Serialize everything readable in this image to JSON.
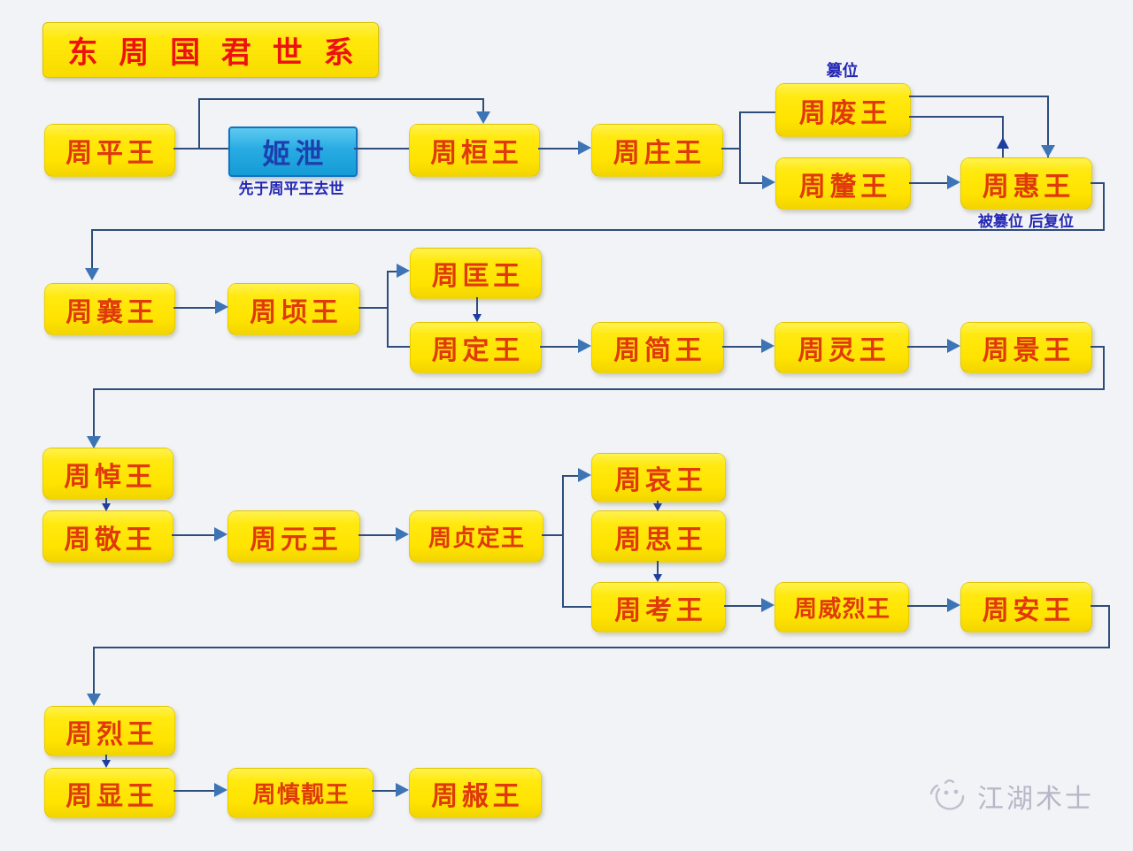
{
  "title": "东 周 国 君 世 系",
  "watermark": "江湖术士",
  "annotations": {
    "jixie_note": "先于周平王去世",
    "feiwang_label": "篡位",
    "huiwang_note": "被篡位 后复位"
  },
  "nodes": {
    "pingwang": "周平王",
    "jixie": "姬泄",
    "huanwang": "周桓王",
    "zhuangwang": "周庄王",
    "feiwang": "周废王",
    "xiwang": "周釐王",
    "huiwang": "周惠王",
    "xiangwang": "周襄王",
    "qingwang": "周顷王",
    "kuangwang": "周匡王",
    "dingwang": "周定王",
    "jianwang": "周简王",
    "lingwang": "周灵王",
    "jingwang": "周景王",
    "daowang": "周悼王",
    "jingwang2": "周敬王",
    "yuanwang": "周元王",
    "zhendingwang": "周贞定王",
    "aiwang": "周哀王",
    "siwang": "周思王",
    "kaowang": "周考王",
    "weiliewang": "周威烈王",
    "anwang": "周安王",
    "liewang": "周烈王",
    "xianwang": "周显王",
    "shenjingwang": "周慎靓王",
    "nanwang": "周赧王"
  },
  "colors": {
    "box_fill": "#FFE606",
    "heir_box_fill": "#27ABE2",
    "king_text": "#E0390B",
    "title_text": "#ED1111",
    "note_text": "#2428B4",
    "line": "#2E4D7B",
    "arrow": "#3D74B5"
  }
}
